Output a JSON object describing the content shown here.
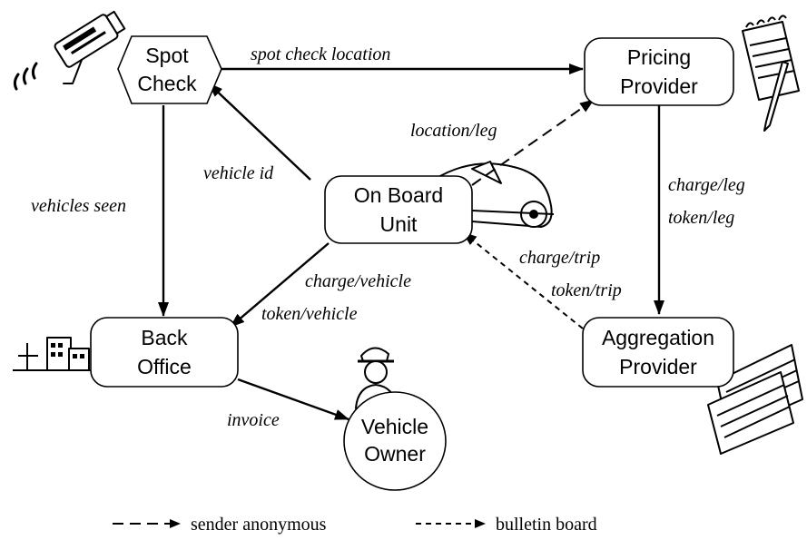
{
  "nodes": {
    "spot_check": {
      "line1": "Spot",
      "line2": "Check"
    },
    "pricing_provider": {
      "line1": "Pricing",
      "line2": "Provider"
    },
    "on_board_unit": {
      "line1": "On Board",
      "line2": "Unit"
    },
    "back_office": {
      "line1": "Back",
      "line2": "Office"
    },
    "aggregation_provider": {
      "line1": "Aggregation",
      "line2": "Provider"
    },
    "vehicle_owner": {
      "line1": "Vehicle",
      "line2": "Owner"
    }
  },
  "edges": {
    "spot_to_pricing": "spot check location",
    "obu_to_pricing": "location/leg",
    "obu_to_spot": "vehicle id",
    "spot_to_back": "vehicles seen",
    "pricing_to_aggregation_1": "charge/leg",
    "pricing_to_aggregation_2": "token/leg",
    "aggregation_to_obu_1": "charge/trip",
    "aggregation_to_obu_2": "token/trip",
    "obu_to_back_1": "charge/vehicle",
    "obu_to_back_2": "token/vehicle",
    "back_to_owner": "invoice"
  },
  "legend": {
    "sender_anonymous": "sender anonymous",
    "bulletin_board": "bulletin board"
  },
  "clipart": [
    "camera-icon",
    "notepad-icon",
    "car-icon",
    "buildings-icon",
    "person-icon",
    "invoice-icon"
  ]
}
